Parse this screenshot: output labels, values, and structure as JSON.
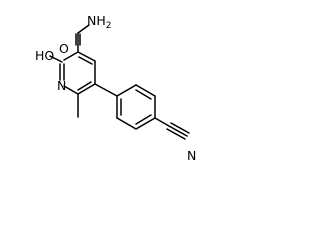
{
  "structure": {
    "atoms": {
      "amide_nitrogen": "NH",
      "amide_nitrogen_sub": "2",
      "amide_oxygen": "O",
      "hydroxyl": "HO",
      "ring_nitrogen": "N",
      "nitrile_nitrogen": "N"
    }
  }
}
